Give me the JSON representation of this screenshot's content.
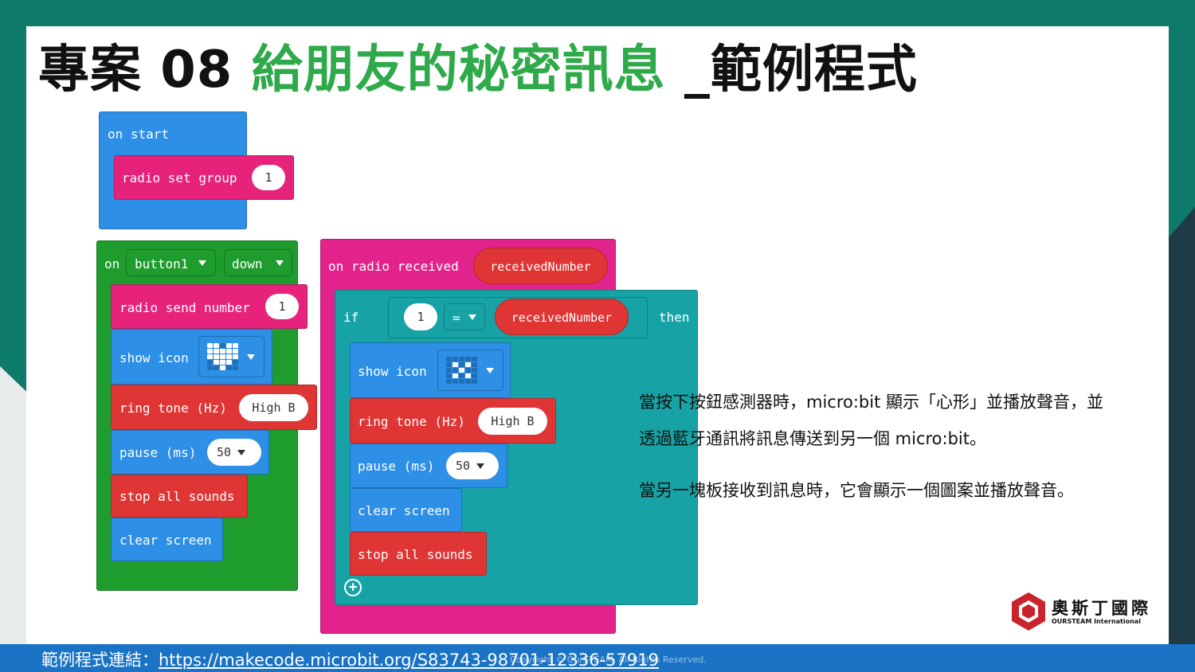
{
  "title": {
    "prefix": "專案 08 ",
    "highlight": "給朋友的秘密訊息",
    "suffix": " _範例程式"
  },
  "blocks": {
    "on_start": {
      "label": "on start"
    },
    "radio_set_group": {
      "label": "radio set group",
      "value": "1"
    },
    "on_button": {
      "on": "on",
      "button": "button1",
      "event": "down"
    },
    "radio_send_number": {
      "label": "radio send number",
      "value": "1"
    },
    "show_icon_1": {
      "label": "show icon",
      "icon": "heart-icon"
    },
    "ring_tone_1": {
      "label": "ring tone (Hz)",
      "value": "High B"
    },
    "pause_1": {
      "label": "pause (ms)",
      "value": "50"
    },
    "stop_sounds_1": {
      "label": "stop all sounds"
    },
    "clear_screen_1": {
      "label": "clear screen"
    },
    "on_radio_received": {
      "label": "on radio received",
      "param": "receivedNumber"
    },
    "if_block": {
      "if": "if",
      "left": "1",
      "op": "=",
      "right": "receivedNumber",
      "then": "then"
    },
    "show_icon_2": {
      "label": "show icon",
      "icon": "pattern-icon"
    },
    "ring_tone_2": {
      "label": "ring tone (Hz)",
      "value": "High B"
    },
    "pause_2": {
      "label": "pause (ms)",
      "value": "50"
    },
    "clear_screen_2": {
      "label": "clear screen"
    },
    "stop_sounds_2": {
      "label": "stop all sounds"
    }
  },
  "description": {
    "line1": "當按下按鈕感測器時，micro:bit 顯示「心形」並播放聲音，並",
    "line2": "透過藍牙通訊將訊息傳送到另一個 micro:bit。",
    "line3": "當另一塊板接收到訊息時，它會顯示一個圖案並播放聲音。"
  },
  "logo": {
    "name": "奧斯丁國際",
    "sub": "OURSTEAM International"
  },
  "footer": {
    "label": "範例程式連結：",
    "url": "https://makecode.microbit.org/S83743-98701-12336-57919",
    "copyright": "Copyright © OurSTEAM. All Rights Reserved."
  },
  "colors": {
    "teal_bg": "#0e7a69",
    "footer_blue": "#1a73c4",
    "title_green": "#2faa4a",
    "block_blue": "#2d8fe6",
    "block_pink": "#e6227b",
    "block_red": "#e03535",
    "block_green": "#1f9c2e",
    "block_teal": "#17a3a6",
    "block_magenta": "#e2238c"
  }
}
